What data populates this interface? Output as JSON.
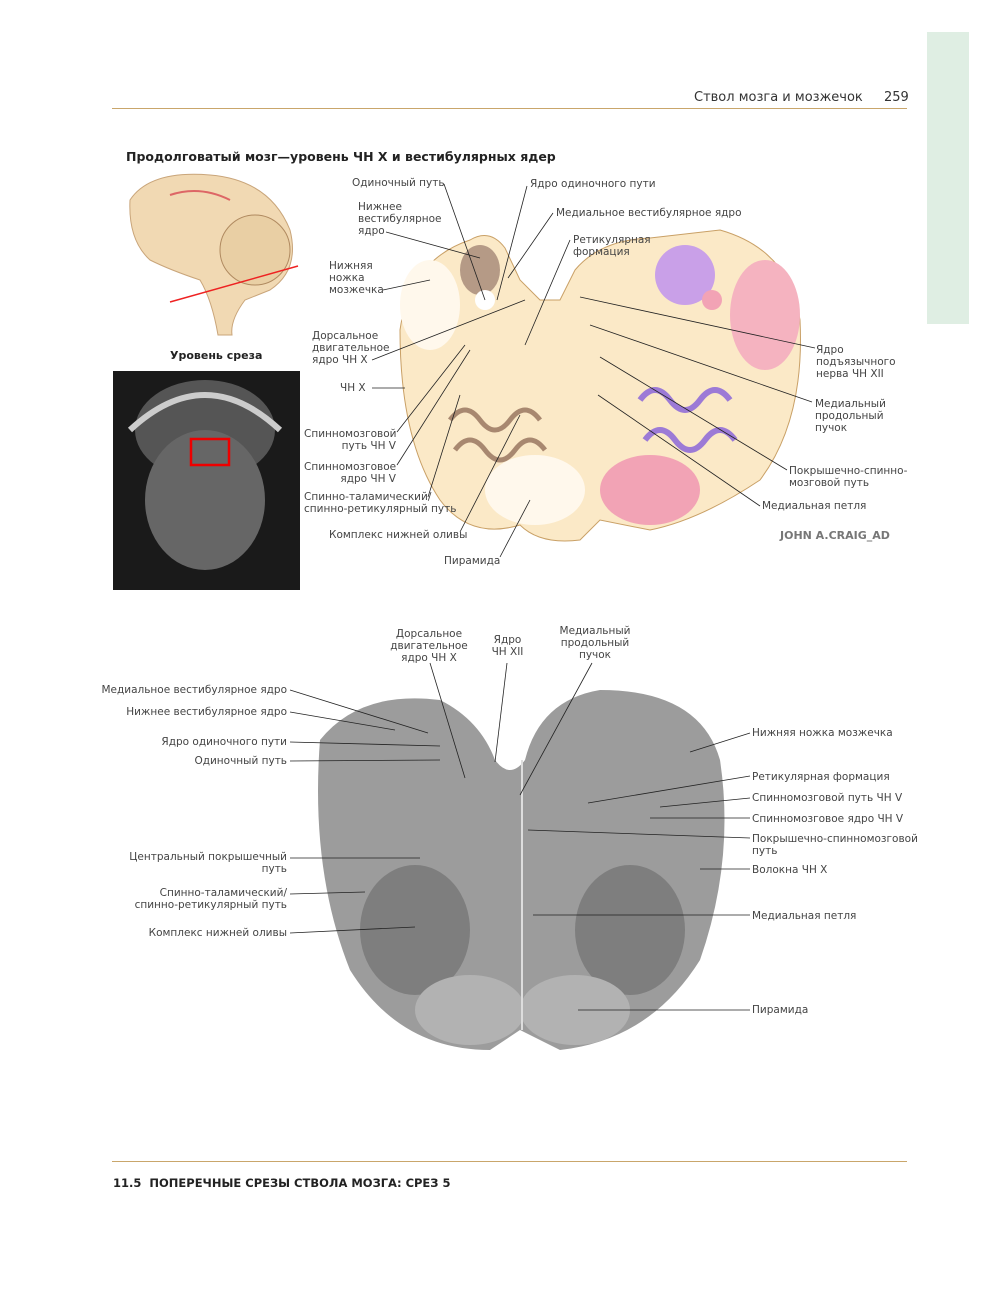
{
  "header": {
    "title": "Ствол мозга и мозжечок",
    "page_number": "259"
  },
  "figure_title": "Продолговатый мозг—уровень ЧН X и вестибулярных ядер",
  "slice_level_label": "Уровень среза",
  "signature": "JOHN A.CRAIG_AD",
  "top_labels": {
    "solitary_tract": "Одиночный путь",
    "inferior_vestibular": [
      "Нижнее",
      "вестибулярное",
      "ядро"
    ],
    "inferior_peduncle": [
      "Нижняя",
      "ножка",
      "мозжечка"
    ],
    "dorsal_motor": [
      "Дорсальное",
      "двигательное",
      "ядро ЧН X"
    ],
    "cn10": "ЧН X",
    "spinal_tract_v": [
      "Спинномозговой",
      "путь ЧН V"
    ],
    "spinal_nucleus_v": [
      "Спинномозговое",
      "ядро ЧН V"
    ],
    "spinothalamic": [
      "Спинно-таламический/",
      "спинно-ретикулярный путь"
    ],
    "inferior_olive": "Комплекс нижней оливы",
    "pyramid": "Пирамида",
    "solitary_nucleus": "Ядро одиночного пути",
    "medial_vestibular": "Медиальное вестибулярное ядро",
    "reticular": [
      "Ретикулярная",
      "формация"
    ],
    "hypoglossal": [
      "Ядро",
      "подъязычного",
      "нерва ЧН XII"
    ],
    "mlf": [
      "Медиальный",
      "продольный",
      "пучок"
    ],
    "tectospinal": [
      "Покрышечно-спинно-",
      "мозговой путь"
    ],
    "medial_lemniscus": "Медиальная петля"
  },
  "bottom_labels": {
    "dorsal_motor": [
      "Дорсальное",
      "двигательное",
      "ядро ЧН X"
    ],
    "cn12": [
      "Ядро",
      "ЧН XII"
    ],
    "mlf": [
      "Медиальный",
      "продольный",
      "пучок"
    ],
    "medial_vestibular": "Медиальное вестибулярное ядро",
    "inferior_vestibular": "Нижнее вестибулярное ядро",
    "solitary_nucleus": "Ядро одиночного пути",
    "solitary_tract": "Одиночный путь",
    "central_tegmental": [
      "Центральный покрышечный",
      "путь"
    ],
    "spinothalamic": [
      "Спинно-таламический/",
      "спинно-ретикулярный путь"
    ],
    "inferior_olive": "Комплекс нижней оливы",
    "inferior_peduncle": "Нижняя ножка мозжечка",
    "reticular": "Ретикулярная формация",
    "spinal_tract_v": "Спинномозговой путь ЧН V",
    "spinal_nucleus_v": "Спинномозговое ядро ЧН V",
    "tectospinal": [
      "Покрышечно-спинномозговой",
      "путь"
    ],
    "cn10_fibers": "Волокна ЧН X",
    "medial_lemniscus": "Медиальная петля",
    "pyramid": "Пирамида"
  },
  "footer": {
    "number": "11.5",
    "title": "ПОПЕРЕЧНЫЕ СРЕЗЫ СТВОЛА МОЗГА: СРЕЗ 5"
  }
}
